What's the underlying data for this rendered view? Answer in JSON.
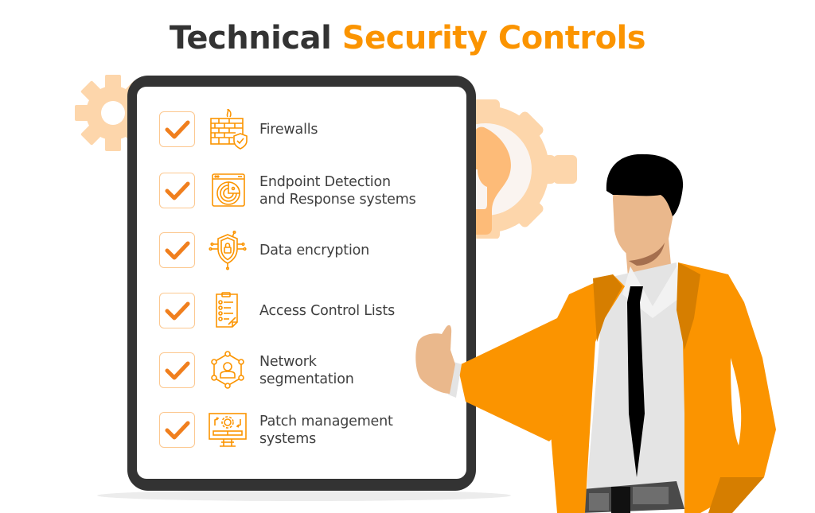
{
  "title": {
    "part1": "Technical",
    "part2": "Security Controls"
  },
  "colors": {
    "accent": "#fb9400",
    "title_dark": "#333333",
    "board_frame": "#333333",
    "gear_light": "#fdd6ab",
    "checkbox_border": "#fcc890",
    "check_mark": "#f07f1e",
    "icon_stroke": "#fb9400",
    "label_text": "#3f3f3f"
  },
  "checklist": {
    "items": [
      {
        "line1": "Firewalls",
        "line2": "",
        "icon": "firewall-icon",
        "checked": true
      },
      {
        "line1": "Endpoint Detection",
        "line2": "and Response systems",
        "icon": "radar-scan-icon",
        "checked": true
      },
      {
        "line1": "Data encryption",
        "line2": "",
        "icon": "shield-lock-icon",
        "checked": true
      },
      {
        "line1": "Access Control Lists",
        "line2": "",
        "icon": "clipboard-list-icon",
        "checked": true
      },
      {
        "line1": "Network",
        "line2": "segmentation",
        "icon": "network-user-icon",
        "checked": true
      },
      {
        "line1": "Patch management",
        "line2": "systems",
        "icon": "monitor-gear-icon",
        "checked": true
      }
    ]
  }
}
